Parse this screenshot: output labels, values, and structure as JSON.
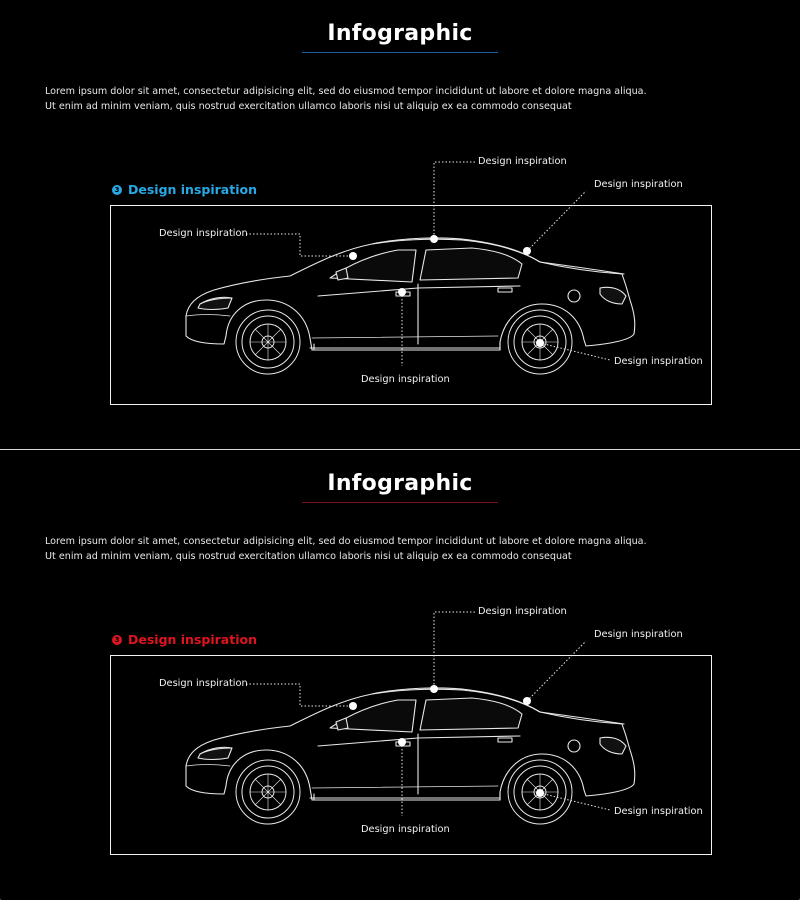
{
  "panels": [
    {
      "title": "Infographic",
      "accent_color": "#29a8e6",
      "underline_color": "#1e5fa0",
      "body_lines": [
        "Lorem ipsum dolor sit amet, consectetur adipisicing elit, sed do eiusmod tempor incididunt ut labore et dolore magna aliqua.",
        "Ut enim ad minim veniam, quis nostrud exercitation ullamco laboris nisi ut aliquip ex ea commodo consequat"
      ],
      "section_number": "3",
      "section_heading": "Design inspiration",
      "callouts": {
        "top": "Design inspiration",
        "top_right": "Design inspiration",
        "left": "Design inspiration",
        "bottom_center": "Design inspiration",
        "bottom_right": "Design inspiration"
      }
    },
    {
      "title": "Infographic",
      "accent_color": "#e0141e",
      "underline_color": "#7a1016",
      "body_lines": [
        "Lorem ipsum dolor sit amet, consectetur adipisicing elit, sed do eiusmod tempor incididunt ut labore et dolore magna aliqua.",
        "Ut enim ad minim veniam, quis nostrud exercitation ullamco laboris nisi ut aliquip ex ea commodo consequat"
      ],
      "section_number": "3",
      "section_heading": "Design inspiration",
      "callouts": {
        "top": "Design inspiration",
        "top_right": "Design inspiration",
        "left": "Design inspiration",
        "bottom_center": "Design inspiration",
        "bottom_right": "Design inspiration"
      }
    }
  ]
}
